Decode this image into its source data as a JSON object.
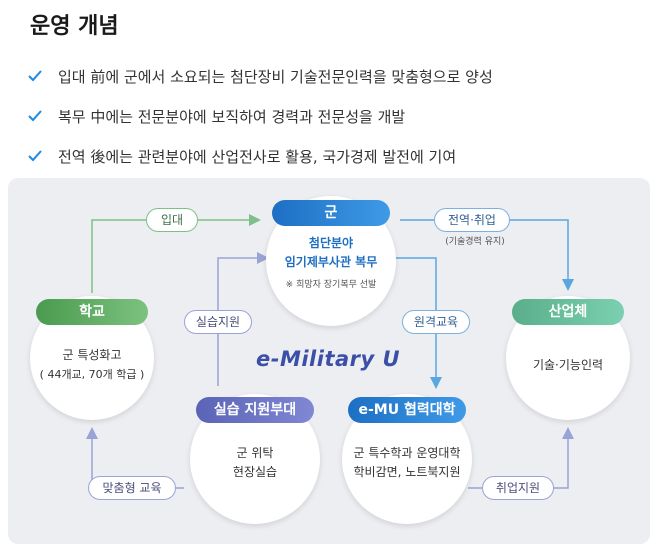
{
  "header": {
    "title": "운영 개념"
  },
  "bullets": [
    "입대 前에 군에서 소요되는 첨단장비 기술전문인력을 맞춤형으로 양성",
    "복무 中에는 전문분야에 보직하여 경력과 전문성을 개발",
    "전역 後에는 관련분야에 산업전사로 활용, 국가경제 발전에 기여"
  ],
  "colors": {
    "check": "#1e88e5",
    "green": "#4a9a4f",
    "blue": "#1d6fc4",
    "purple": "#5a63b5",
    "teal": "#5aae8a"
  },
  "diagram": {
    "brand": "e-Military U",
    "school": {
      "tag": "학교",
      "line1": "군 특성화고",
      "line2": "( 44개교, 70개 학급 )"
    },
    "military": {
      "tag": "군",
      "line1": "첨단분야",
      "line2": "임기제부사관 복무",
      "note": "※ 희망자 장기복무 선발"
    },
    "industry": {
      "tag": "산업체",
      "line1": "기술·기능인력"
    },
    "support": {
      "tag": "실습 지원부대",
      "line1": "군 위탁",
      "line2": "현장실습"
    },
    "emu": {
      "tag": "e-MU 협력대학",
      "line1": "군 특수학과 운영대학",
      "line2": "학비감면, 노트북지원"
    },
    "labels": {
      "enlist": "입대",
      "discharge": "전역·취업",
      "discharge_note": "(기술경력 유지)",
      "practice": "실습지원",
      "remote": "원격교육",
      "custom": "맞춤형 교육",
      "job": "취업지원"
    }
  }
}
